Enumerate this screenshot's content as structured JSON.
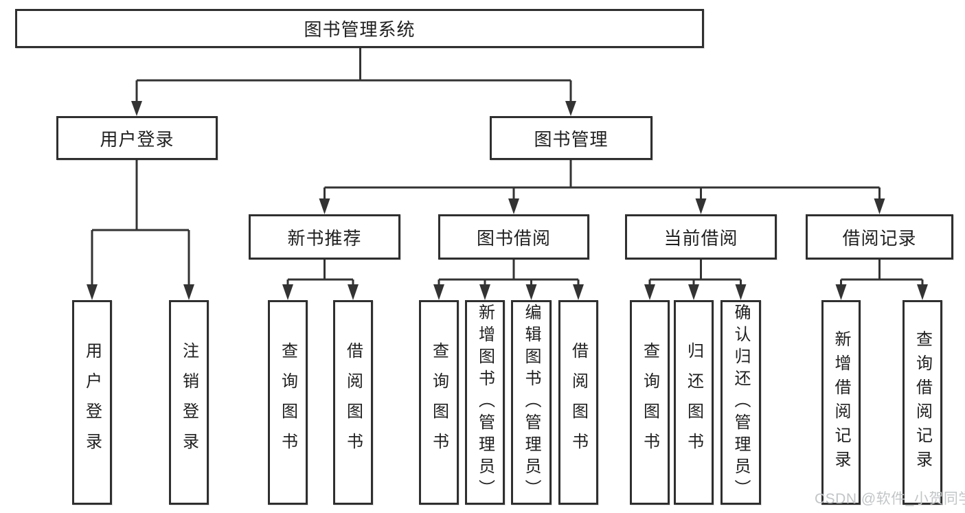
{
  "colors": {
    "background": "#ffffff",
    "line": "#333333",
    "box_border": "#2f2f2f",
    "text": "#1f1f1f",
    "watermark": "#c2c5c7"
  },
  "watermark": {
    "text": "CSDN @软件_小贺同学"
  },
  "tree": {
    "root": {
      "label": "图书管理系统"
    },
    "children": [
      {
        "label": "用户登录",
        "children": [
          {
            "label": "用户登录"
          },
          {
            "label": "注销登录"
          }
        ]
      },
      {
        "label": "图书管理",
        "children": [
          {
            "label": "新书推荐",
            "children": [
              {
                "label": "查询图书"
              },
              {
                "label": "借阅图书"
              }
            ]
          },
          {
            "label": "图书借阅",
            "children": [
              {
                "label": "查询图书"
              },
              {
                "label": "新增图书（管理员）"
              },
              {
                "label": "编辑图书（管理员）"
              },
              {
                "label": "借阅图书"
              }
            ]
          },
          {
            "label": "当前借阅",
            "children": [
              {
                "label": "查询图书"
              },
              {
                "label": "归还图书"
              },
              {
                "label": "确认归还（管理员）"
              }
            ]
          },
          {
            "label": "借阅记录",
            "children": [
              {
                "label": "新增借阅记录"
              },
              {
                "label": "查询借阅记录"
              }
            ]
          }
        ]
      }
    ]
  }
}
